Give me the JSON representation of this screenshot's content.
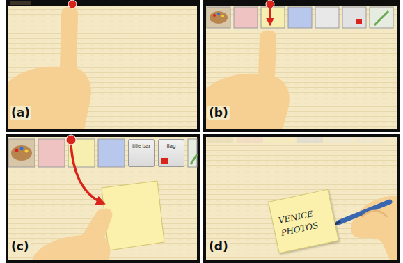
{
  "diagram": {
    "nodes": [
      {
        "text": [
          "title bar"
        ]
      },
      {
        "text": [
          "flag"
        ]
      },
      {
        "text": [
          "VENICE PHOTOS"
        ]
      }
    ],
    "labels": [
      "(a)",
      "(b)",
      "(c)",
      "(d)"
    ]
  }
}
